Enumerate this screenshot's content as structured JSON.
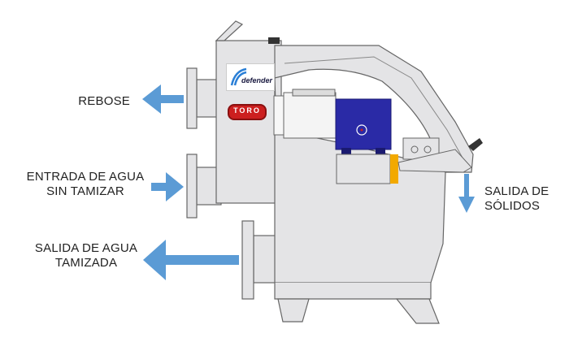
{
  "labels": {
    "overflow": "REBOSE",
    "inlet_line1": "ENTRADA DE AGUA",
    "inlet_line2": "SIN TAMIZAR",
    "outlet_line1": "SALIDA DE AGUA",
    "outlet_line2": "TAMIZADA",
    "solids_line1": "SALIDA DE",
    "solids_line2": "SÓLIDOS"
  },
  "logos": {
    "defender": "defender",
    "toro": "TORO"
  },
  "colors": {
    "arrow": "#5b9bd5",
    "body": "#e4e4e6",
    "outline": "#666666",
    "motor": "#2a2aa6",
    "accent": "#f2a900",
    "toro_red": "#cc1f1f"
  }
}
